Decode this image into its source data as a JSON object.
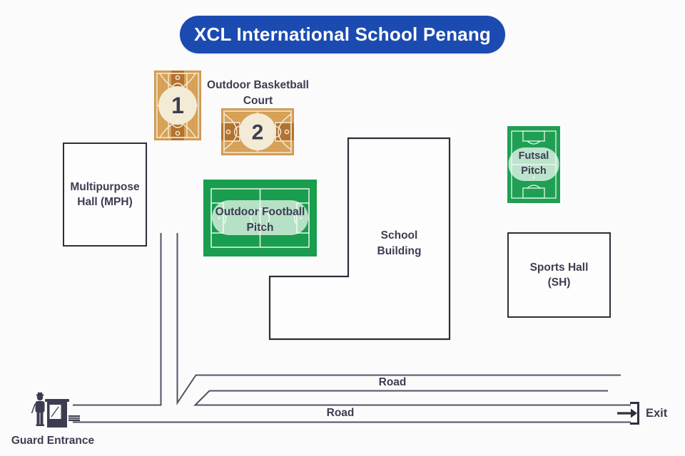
{
  "title": "XCL International School Penang",
  "venues": {
    "basketball_line1": "Outdoor Basketball",
    "basketball_line2": "Court",
    "court1_number": "1",
    "court2_number": "2",
    "mph": "Multipurpose Hall (MPH)",
    "football": "Outdoor Football Pitch",
    "school": "School Building",
    "futsal": "Futsal Pitch",
    "sports_hall": "Sports Hall (SH)"
  },
  "roads": {
    "upper_label": "Road",
    "lower_label": "Road",
    "exit_label": "Exit",
    "guard_label": "Guard Entrance"
  },
  "colors": {
    "title_bg": "#1b4bb0",
    "title_text": "#ffffff",
    "pitch_green": "#1a9c4e",
    "court_wood": "#d8a259",
    "court_wood_dark": "#b06d2c",
    "court_circle": "#f3ebd5",
    "ink": "#3d3d52",
    "road_line": "#515165",
    "background": "#fbfbfb"
  }
}
